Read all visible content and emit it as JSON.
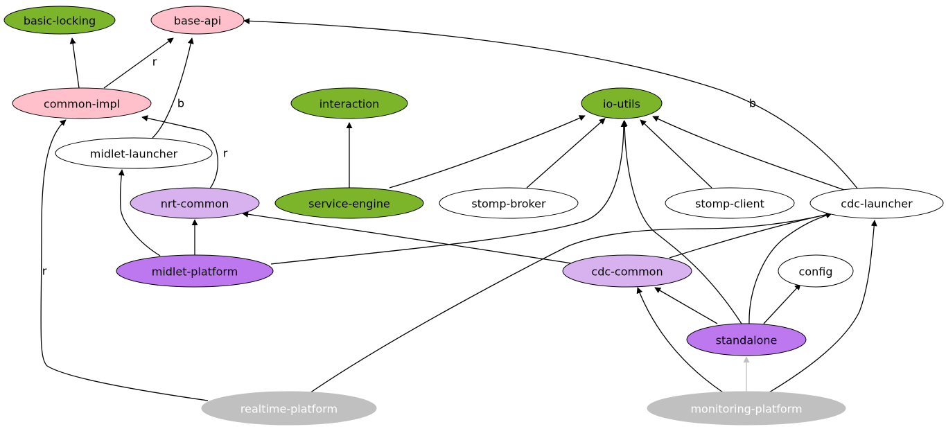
{
  "colors": {
    "green": "#7db52a",
    "pink": "#ffc0cb",
    "light_purple": "#d8b2ef",
    "purple": "#bd78ef",
    "white": "#ffffff",
    "grey": "#c0c0c0",
    "grey_edge": "#c0c0c0",
    "grey_text": "#ffffff",
    "stroke": "#000000"
  },
  "nodes": {
    "basic_locking": {
      "label": "basic-locking",
      "color": "green"
    },
    "base_api": {
      "label": "base-api",
      "color": "pink"
    },
    "common_impl": {
      "label": "common-impl",
      "color": "pink"
    },
    "interaction": {
      "label": "interaction",
      "color": "green"
    },
    "io_utils": {
      "label": "io-utils",
      "color": "green"
    },
    "midlet_launcher": {
      "label": "midlet-launcher",
      "color": "white"
    },
    "nrt_common": {
      "label": "nrt-common",
      "color": "light_purple"
    },
    "service_engine": {
      "label": "service-engine",
      "color": "green"
    },
    "stomp_broker": {
      "label": "stomp-broker",
      "color": "white"
    },
    "stomp_client": {
      "label": "stomp-client",
      "color": "white"
    },
    "cdc_launcher": {
      "label": "cdc-launcher",
      "color": "white"
    },
    "midlet_platform": {
      "label": "midlet-platform",
      "color": "purple"
    },
    "cdc_common": {
      "label": "cdc-common",
      "color": "light_purple"
    },
    "config": {
      "label": "config",
      "color": "white"
    },
    "standalone": {
      "label": "standalone",
      "color": "purple"
    },
    "realtime_platform": {
      "label": "realtime-platform",
      "color": "grey"
    },
    "monitoring_platform": {
      "label": "monitoring-platform",
      "color": "grey"
    }
  },
  "edges": [
    {
      "from": "common_impl",
      "to": "basic_locking",
      "label": ""
    },
    {
      "from": "common_impl",
      "to": "base_api",
      "label": "r"
    },
    {
      "from": "midlet_launcher",
      "to": "base_api",
      "label": "b"
    },
    {
      "from": "nrt_common",
      "to": "common_impl",
      "label": "r"
    },
    {
      "from": "service_engine",
      "to": "interaction",
      "label": ""
    },
    {
      "from": "service_engine",
      "to": "io_utils",
      "label": ""
    },
    {
      "from": "stomp_broker",
      "to": "io_utils",
      "label": ""
    },
    {
      "from": "stomp_client",
      "to": "io_utils",
      "label": ""
    },
    {
      "from": "cdc_launcher",
      "to": "io_utils",
      "label": ""
    },
    {
      "from": "cdc_launcher",
      "to": "base_api",
      "label": "b"
    },
    {
      "from": "midlet_platform",
      "to": "nrt_common",
      "label": ""
    },
    {
      "from": "midlet_platform",
      "to": "midlet_launcher",
      "label": ""
    },
    {
      "from": "midlet_platform",
      "to": "io_utils",
      "label": ""
    },
    {
      "from": "cdc_common",
      "to": "nrt_common",
      "label": ""
    },
    {
      "from": "cdc_common",
      "to": "cdc_launcher",
      "label": ""
    },
    {
      "from": "standalone",
      "to": "cdc_common",
      "label": ""
    },
    {
      "from": "standalone",
      "to": "io_utils",
      "label": ""
    },
    {
      "from": "standalone",
      "to": "cdc_launcher",
      "label": ""
    },
    {
      "from": "standalone",
      "to": "config",
      "label": ""
    },
    {
      "from": "realtime_platform",
      "to": "common_impl",
      "label": "r"
    },
    {
      "from": "realtime_platform",
      "to": "cdc_launcher",
      "label": ""
    },
    {
      "from": "monitoring_platform",
      "to": "cdc_common",
      "label": ""
    },
    {
      "from": "monitoring_platform",
      "to": "standalone",
      "label": "",
      "style": "grey"
    },
    {
      "from": "monitoring_platform",
      "to": "cdc_launcher",
      "label": ""
    }
  ]
}
